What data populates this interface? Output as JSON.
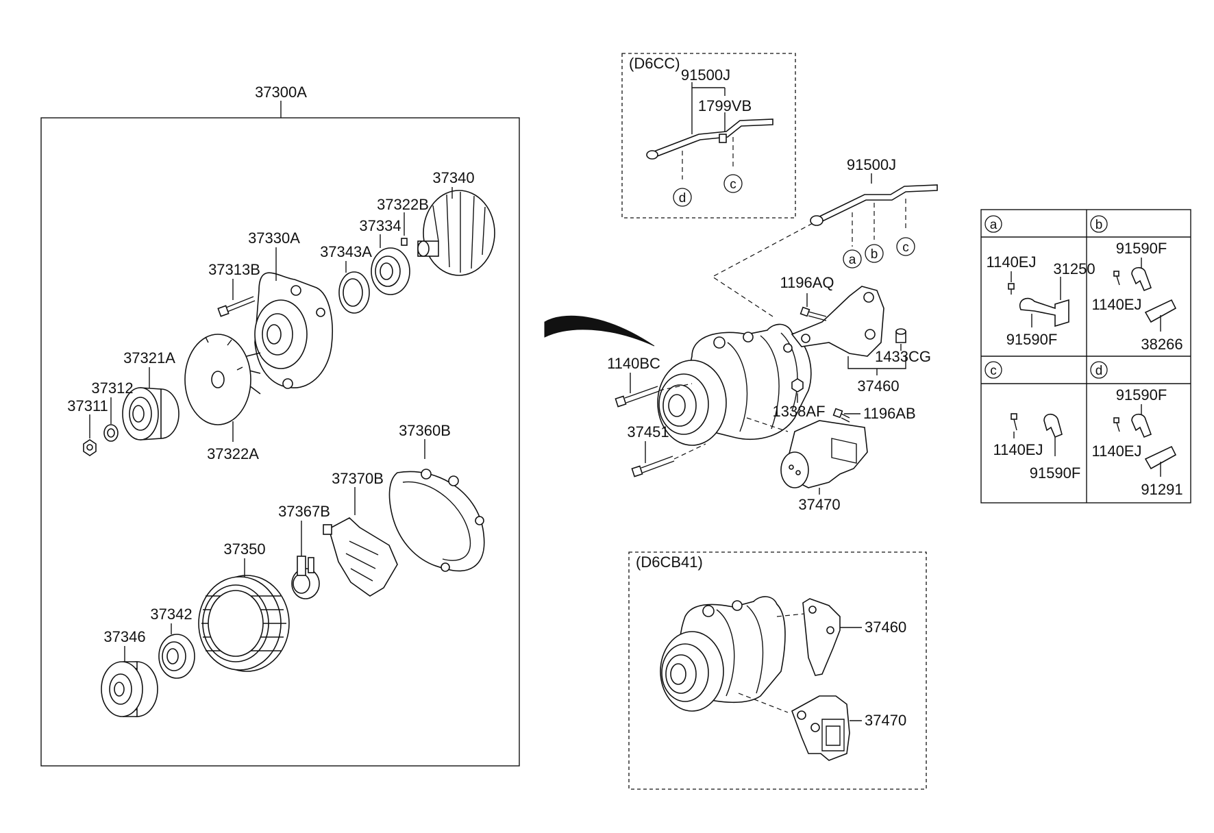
{
  "variants": {
    "d6cc": "(D6CC)",
    "d6cb41": "(D6CB41)"
  },
  "labels": {
    "p37300A": "37300A",
    "p37340": "37340",
    "p37322B": "37322B",
    "p37334": "37334",
    "p37343A": "37343A",
    "p37330A": "37330A",
    "p37313B": "37313B",
    "p37321A": "37321A",
    "p37312": "37312",
    "p37311": "37311",
    "p37322A": "37322A",
    "p37360B": "37360B",
    "p37370B": "37370B",
    "p37367B": "37367B",
    "p37350": "37350",
    "p37342": "37342",
    "p37346": "37346",
    "d6cc_91500J": "91500J",
    "d6cc_1799VB": "1799VB",
    "main_91500J": "91500J",
    "p1196AQ": "1196AQ",
    "p1140BC": "1140BC",
    "p1433CG": "1433CG",
    "p37460": "37460",
    "p1338AF": "1338AF",
    "p1196AB": "1196AB",
    "p37451": "37451",
    "p37470": "37470",
    "d6cb_37460": "37460",
    "d6cb_37470": "37470",
    "ta_1140EJ": "1140EJ",
    "ta_31250": "31250",
    "ta_91590F": "91590F",
    "tb_91590F": "91590F",
    "tb_1140EJ": "1140EJ",
    "tb_38266": "38266",
    "tc_1140EJ": "1140EJ",
    "tc_91590F": "91590F",
    "td_91590F": "91590F",
    "td_1140EJ": "1140EJ",
    "td_91291": "91291"
  },
  "callouts": {
    "d6cc_d": "d",
    "d6cc_c": "c",
    "main_a": "a",
    "main_b": "b",
    "main_c": "c"
  },
  "table": {
    "a": "a",
    "b": "b",
    "c": "c",
    "d": "d"
  }
}
